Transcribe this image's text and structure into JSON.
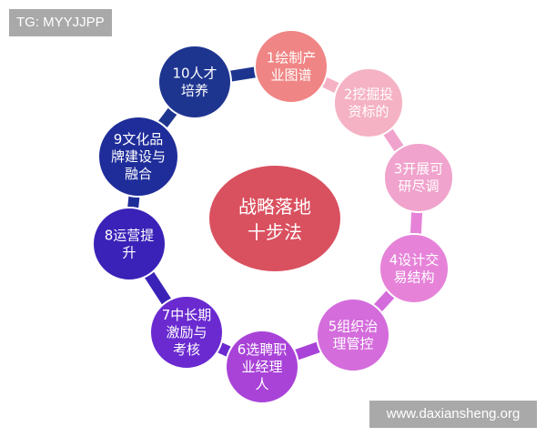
{
  "center": {
    "lines": [
      "战略落地",
      "十步法"
    ],
    "color": "#d9505f"
  },
  "steps": [
    {
      "lines": [
        "1绘制产",
        "业图谱"
      ],
      "color": "#f08585"
    },
    {
      "lines": [
        "2挖掘投",
        "资标的"
      ],
      "color": "#f4b2c4"
    },
    {
      "lines": [
        "3开展可",
        "研尽调"
      ],
      "color": "#f0a3cc"
    },
    {
      "lines": [
        "4设计交",
        "易结构"
      ],
      "color": "#e683d8"
    },
    {
      "lines": [
        "5组织治",
        "理管控"
      ],
      "color": "#d46cdc"
    },
    {
      "lines": [
        "6选聘职",
        "业经理",
        "人"
      ],
      "color": "#a943d8"
    },
    {
      "lines": [
        "7中长期",
        "激励与",
        "考核"
      ],
      "color": "#6a2ad0"
    },
    {
      "lines": [
        "8运营提",
        "升"
      ],
      "color": "#3a22b8"
    },
    {
      "lines": [
        "9文化品",
        "牌建设与",
        "融合"
      ],
      "color": "#1f2d9a"
    },
    {
      "lines": [
        "10人才",
        "培养"
      ],
      "color": "#1e3590"
    }
  ],
  "watermarks": {
    "top_left": "TG: MYYJJPP",
    "bottom_right": "www.daxiansheng.org"
  }
}
